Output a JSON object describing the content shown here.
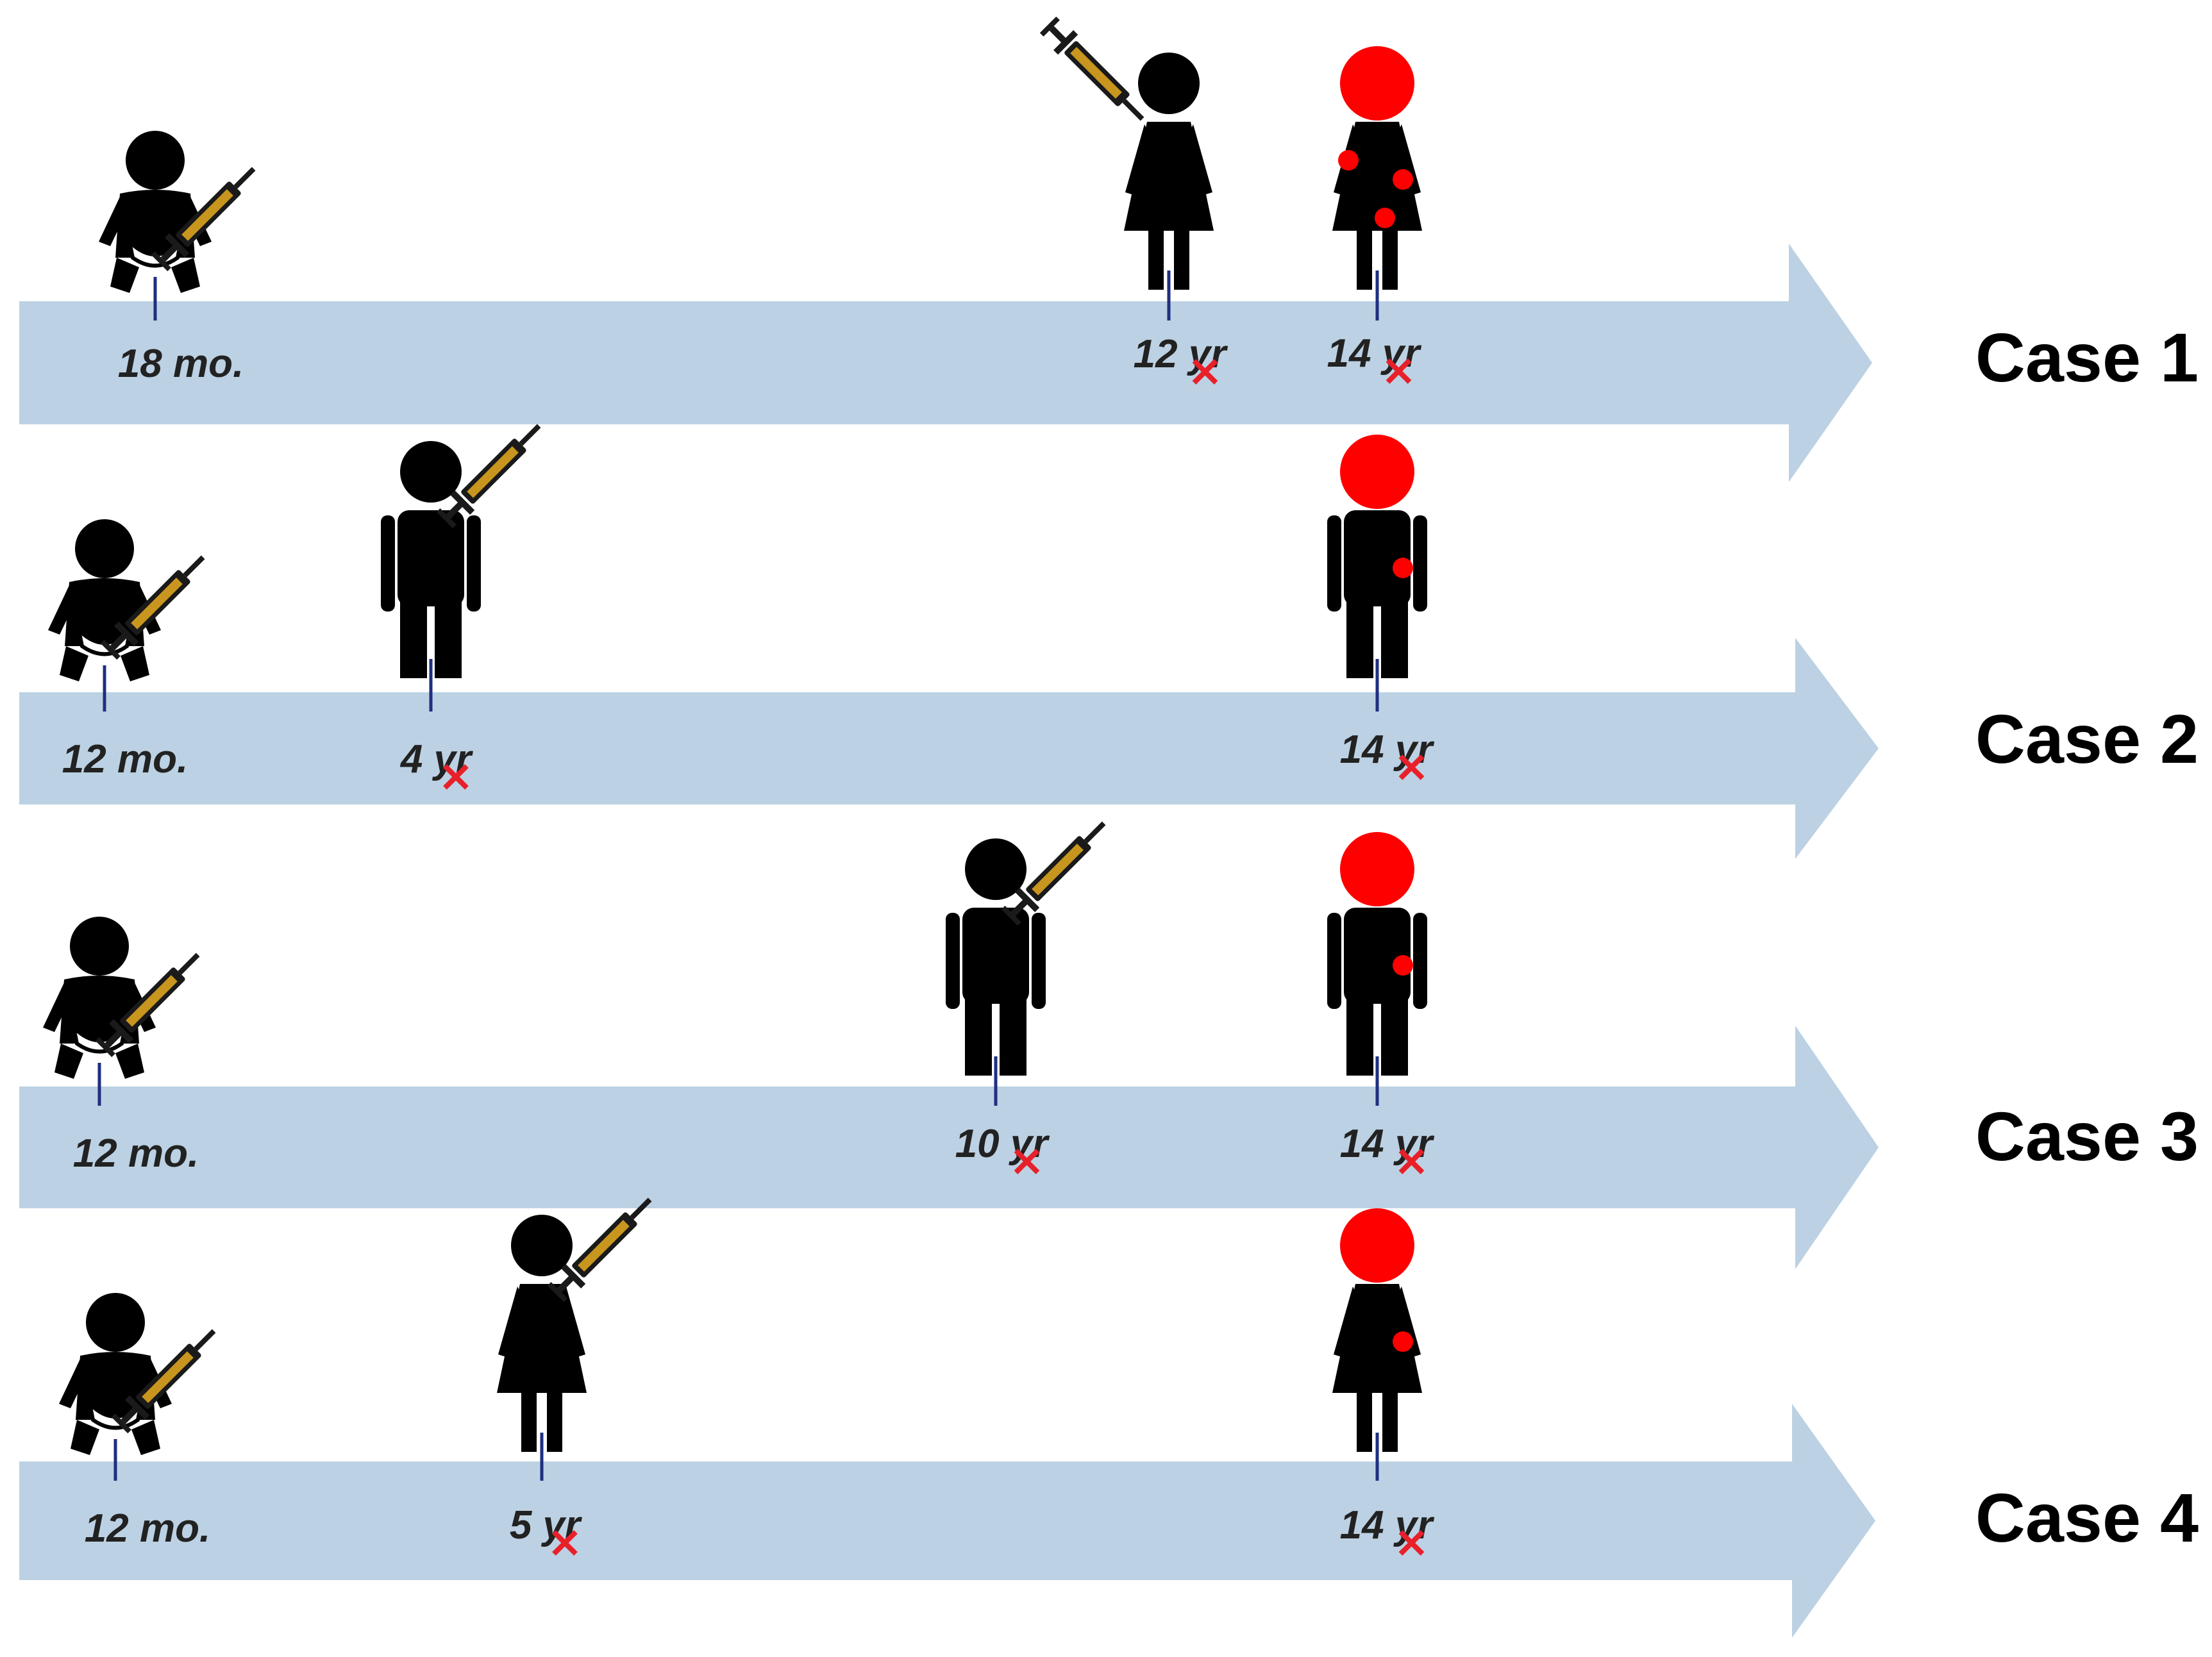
{
  "colors": {
    "arrow": "#bcd1e3",
    "figure": "#000000",
    "affected": "#ff0000",
    "tick": "#1f2f80",
    "unit_mark": "#e8202a",
    "syringe_fill": "#c8961e"
  },
  "timelines": [
    {
      "label": "Case 1",
      "events": [
        {
          "age": "18 mo.",
          "figure": "infant",
          "vaccine": true,
          "affected": false
        },
        {
          "age": "12 yr",
          "figure": "girl",
          "vaccine": true,
          "affected": false
        },
        {
          "age": "14 yr",
          "figure": "girl",
          "vaccine": false,
          "affected": true,
          "lesions": 3
        }
      ]
    },
    {
      "label": "Case 2",
      "events": [
        {
          "age": "12 mo.",
          "figure": "infant",
          "vaccine": true,
          "affected": false
        },
        {
          "age": "4 yr",
          "figure": "boy",
          "vaccine": true,
          "affected": false
        },
        {
          "age": "14 yr",
          "figure": "boy",
          "vaccine": false,
          "affected": true,
          "lesions": 1
        }
      ]
    },
    {
      "label": "Case 3",
      "events": [
        {
          "age": "12 mo.",
          "figure": "infant",
          "vaccine": true,
          "affected": false
        },
        {
          "age": "10 yr",
          "figure": "boy",
          "vaccine": true,
          "affected": false
        },
        {
          "age": "14 yr",
          "figure": "boy",
          "vaccine": false,
          "affected": true,
          "lesions": 1
        }
      ]
    },
    {
      "label": "Case 4",
      "events": [
        {
          "age": "12 mo.",
          "figure": "infant",
          "vaccine": true,
          "affected": false
        },
        {
          "age": "5 yr",
          "figure": "girl",
          "vaccine": true,
          "affected": false
        },
        {
          "age": "14 yr",
          "figure": "girl",
          "vaccine": false,
          "affected": true,
          "lesions": 1
        }
      ]
    }
  ]
}
